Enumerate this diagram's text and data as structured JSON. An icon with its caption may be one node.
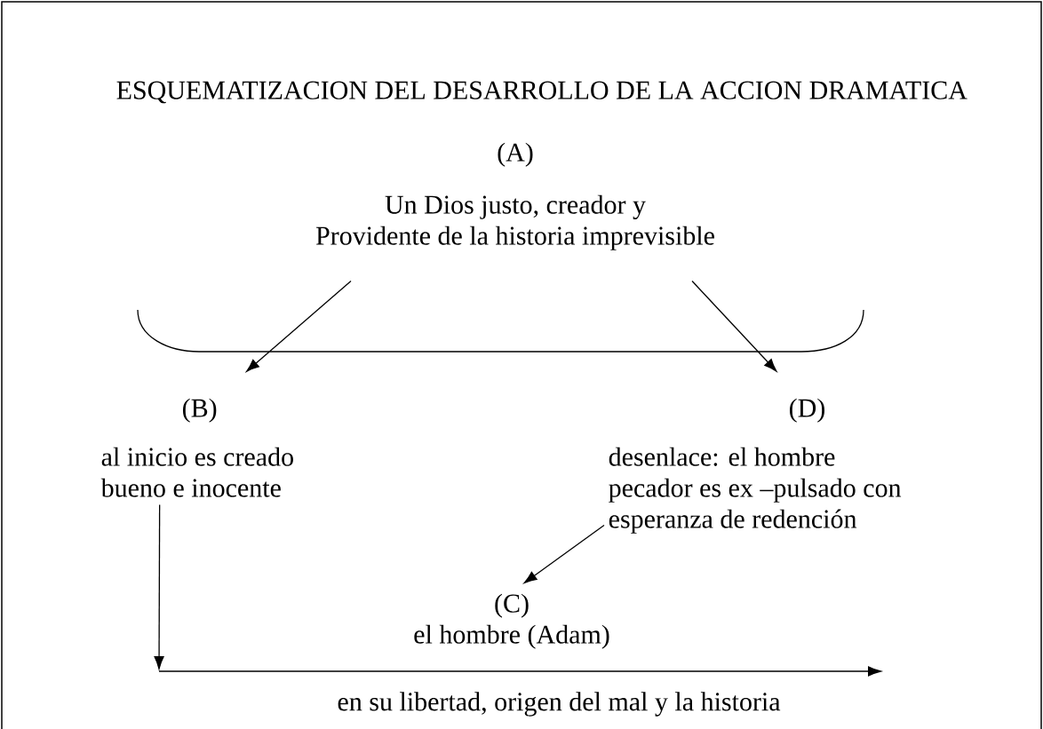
{
  "diagram": {
    "title": "ESQUEMATIZACION DEL DESARROLLO DE LA ACCION DRAMATICA",
    "nodes": [
      {
        "text": [
          "(A)",
          "Un Dios justo, creador y Providente de la historia imprevisible"
        ]
      },
      {
        "text": [
          "(B)",
          "al inicio es creado bueno e inocente"
        ]
      },
      {
        "text": [
          "(D)",
          "desenlace: el hombre pecador es ex –pulsado con esperanza de redención"
        ]
      },
      {
        "text": [
          "(C)",
          "el hombre (Adam)"
        ]
      }
    ],
    "edges": [
      {
        "from": 0,
        "to": 1,
        "arrow": "to"
      },
      {
        "from": 0,
        "to": 2,
        "arrow": "to"
      },
      {
        "from": 2,
        "to": 3,
        "arrow": "to"
      },
      {
        "from": 1,
        "to": null,
        "arrow": "to"
      }
    ],
    "labels": [
      "en su libertad, origen del mal y la historia"
    ]
  }
}
